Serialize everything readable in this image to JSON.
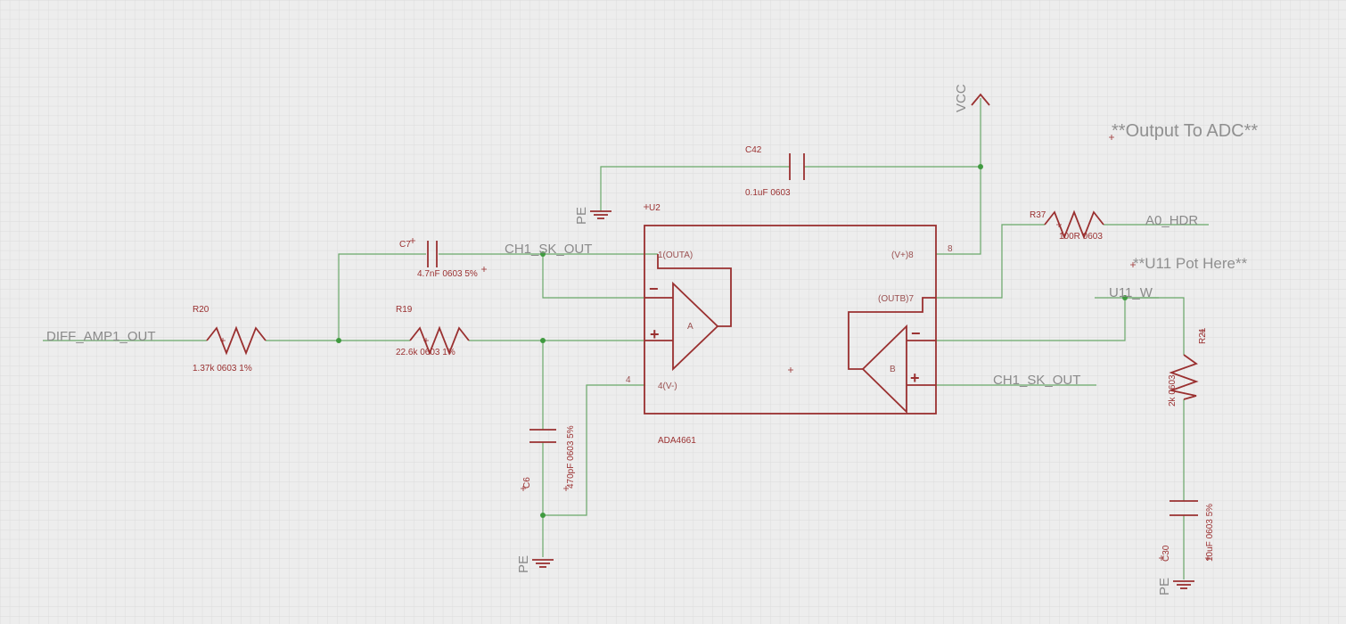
{
  "notes": {
    "output_to_adc": "**Output To ADC**",
    "u11_pot_here": "**U11 Pot Here**"
  },
  "nets": {
    "diff_amp1_out": "DIFF_AMP1_OUT",
    "ch1_sk_out_top": "CH1_SK_OUT",
    "ch1_sk_out_right": "CH1_SK_OUT",
    "a0_hdr": "A0_HDR",
    "u11_w": "U11_W",
    "vcc": "VCC"
  },
  "grounds": [
    "PE",
    "PE",
    "PE"
  ],
  "components": {
    "r20": {
      "ref": "R20",
      "value": "1.37k 0603 1%"
    },
    "r19": {
      "ref": "R19",
      "value": "22.6k 0603 1%"
    },
    "c7": {
      "ref": "C7",
      "value": "4.7nF 0603 5%"
    },
    "c6": {
      "ref": "C6",
      "value": "470pF 0603 5%"
    },
    "c42": {
      "ref": "C42",
      "value": "0.1uF 0603"
    },
    "r37": {
      "ref": "R37",
      "value": "100R 0603"
    },
    "r21": {
      "ref": "R21",
      "value": "2k 0603"
    },
    "c30": {
      "ref": "C30",
      "value": "10uF 0603 5%"
    },
    "u2": {
      "ref": "U2",
      "value": "ADA4661"
    }
  },
  "u2_pins": {
    "p1": "1(OUTA)",
    "p4": "4(V-)",
    "p4_num": "4",
    "p8": "(V+)8",
    "p8_num": "8",
    "p7": "(OUTB)7",
    "amp_a": "A",
    "amp_b": "B",
    "minus": "−",
    "plus": "+"
  },
  "colors": {
    "background": "#ededed",
    "grid": "#d6d6d6",
    "wire": "#6aa86a",
    "part": "#9a3030",
    "junction": "#3f9a3f",
    "net_label": "#8a8a8a"
  }
}
